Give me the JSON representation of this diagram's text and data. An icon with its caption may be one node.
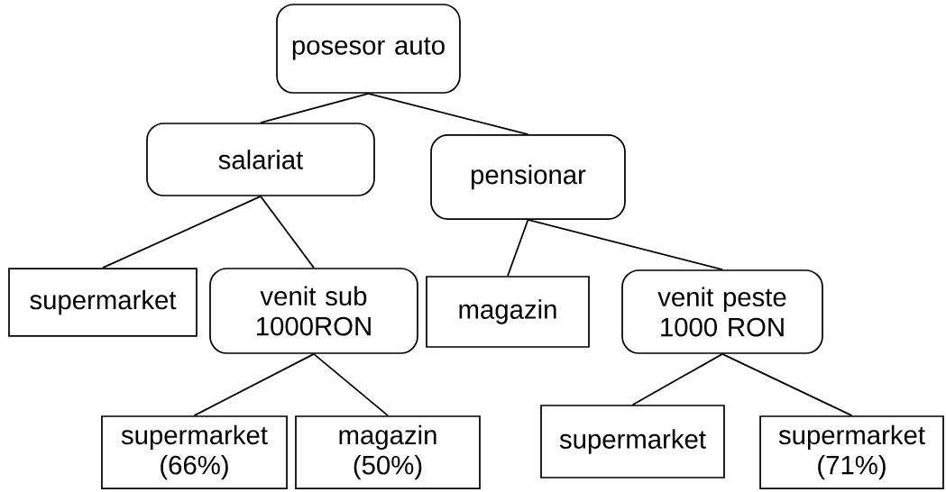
{
  "diagram": {
    "nodes": [
      {
        "text": [
          "posesor auto"
        ]
      },
      {
        "text": [
          "salariat"
        ]
      },
      {
        "text": [
          "pensionar"
        ]
      },
      {
        "text": [
          "supermarket"
        ]
      },
      {
        "text": [
          "venit sub 1000RON"
        ]
      },
      {
        "text": [
          "magazin"
        ]
      },
      {
        "text": [
          "venit peste 1000 RON"
        ]
      },
      {
        "text": [
          "supermarket (66%)"
        ]
      },
      {
        "text": [
          "magazin (50%)"
        ]
      },
      {
        "text": [
          "supermarket"
        ]
      },
      {
        "text": [
          "supermarket (71%)"
        ]
      }
    ],
    "edges": [
      {
        "from": 0,
        "to": 1,
        "arrow": "none"
      },
      {
        "from": 0,
        "to": 2,
        "arrow": "none"
      },
      {
        "from": 1,
        "to": 3,
        "arrow": "none"
      },
      {
        "from": 1,
        "to": 4,
        "arrow": "none"
      },
      {
        "from": 2,
        "to": 5,
        "arrow": "none"
      },
      {
        "from": 2,
        "to": 6,
        "arrow": "none"
      },
      {
        "from": 4,
        "to": 7,
        "arrow": "none"
      },
      {
        "from": 4,
        "to": 8,
        "arrow": "none"
      },
      {
        "from": 6,
        "to": 9,
        "arrow": "none"
      },
      {
        "from": 6,
        "to": 10,
        "arrow": "none"
      }
    ]
  }
}
